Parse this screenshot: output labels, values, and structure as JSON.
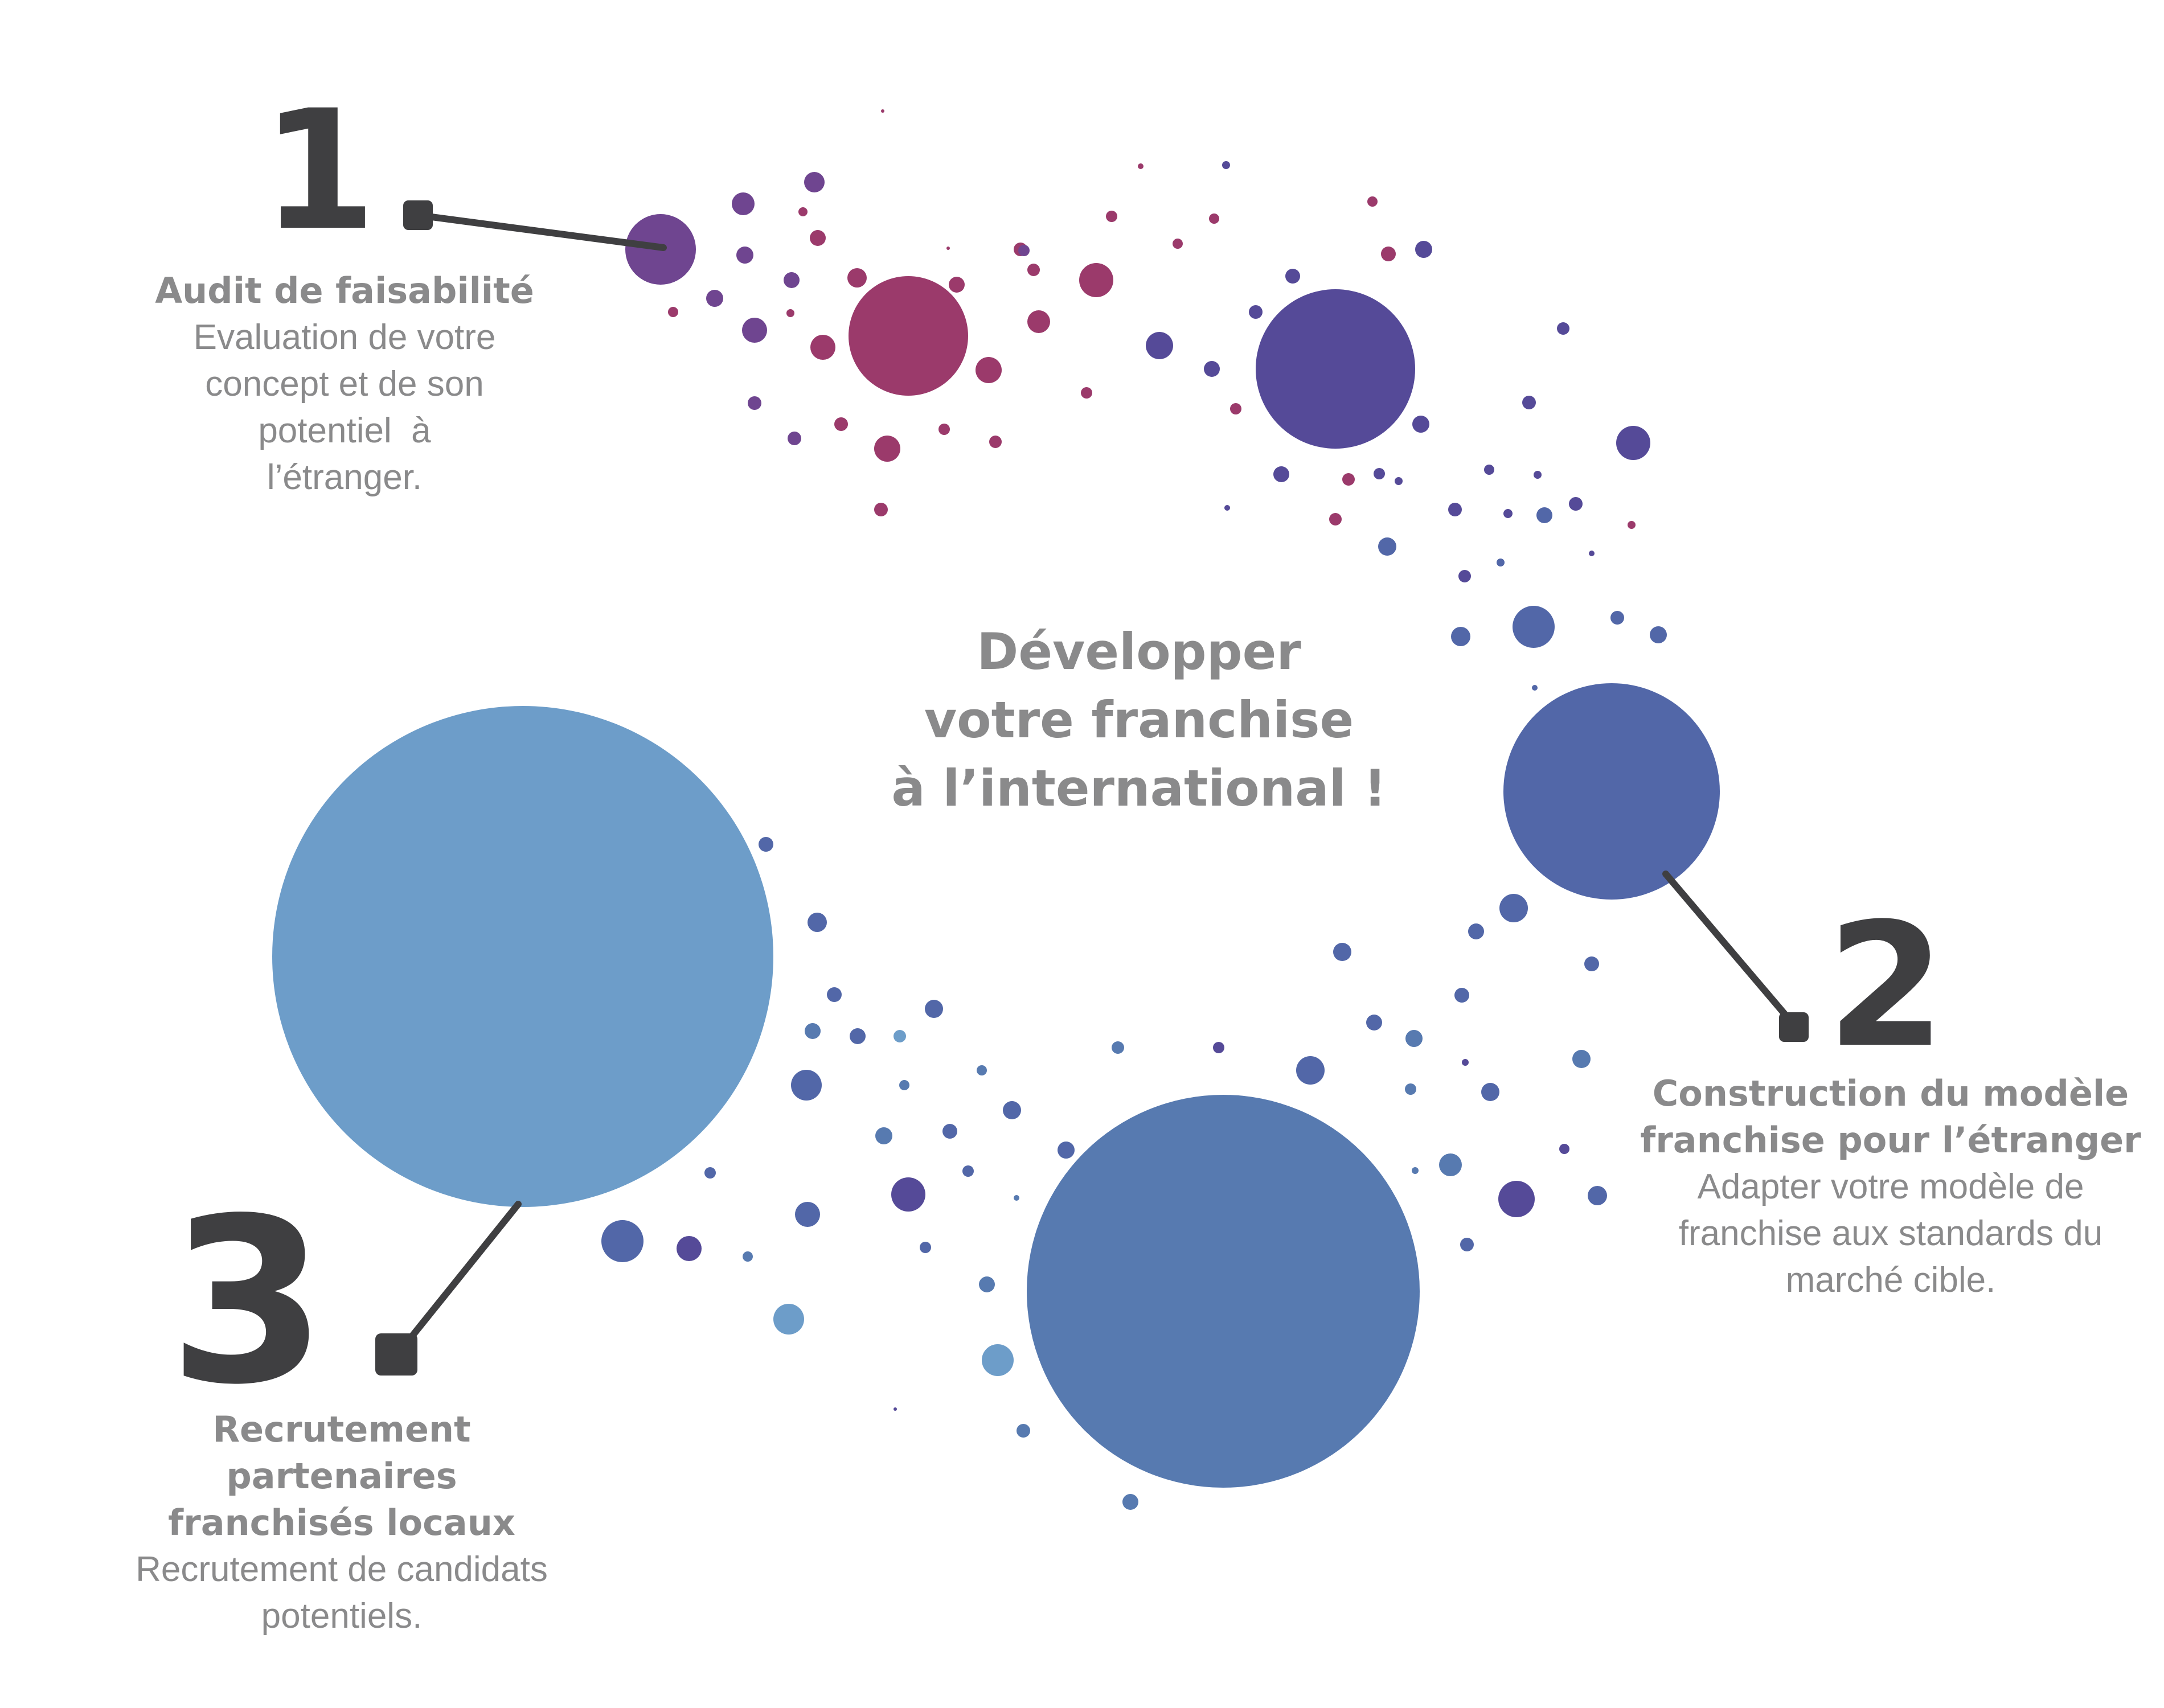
{
  "center_title": [
    "Développer",
    "votre franchise",
    "à l’international !"
  ],
  "steps": [
    {
      "number": "1",
      "title": [
        "Audit de faisabilité"
      ],
      "description": [
        "Evaluation de votre",
        "concept et de son",
        "potentiel  à",
        "l’étranger."
      ]
    },
    {
      "number": "2",
      "title": [
        "Construction du modèle",
        "franchise pour l’étranger"
      ],
      "description": [
        "Adapter votre modèle de",
        "franchise aux standards du",
        "marché cible."
      ]
    },
    {
      "number": "3",
      "title": [
        "Recrutement partenaires",
        "franchisés locaux"
      ],
      "description": [
        "Recrutement de candidats",
        "potentiels."
      ]
    }
  ],
  "colors": {
    "text_gray": "#8a8a8b",
    "number_dark": "#3f3f41",
    "plum": "#9b3a6b",
    "violet": "#6f4590",
    "indigo": "#554a98",
    "blue": "#5267a8",
    "steel_blue": "#577ab0",
    "light_blue": "#6d9dc9"
  }
}
